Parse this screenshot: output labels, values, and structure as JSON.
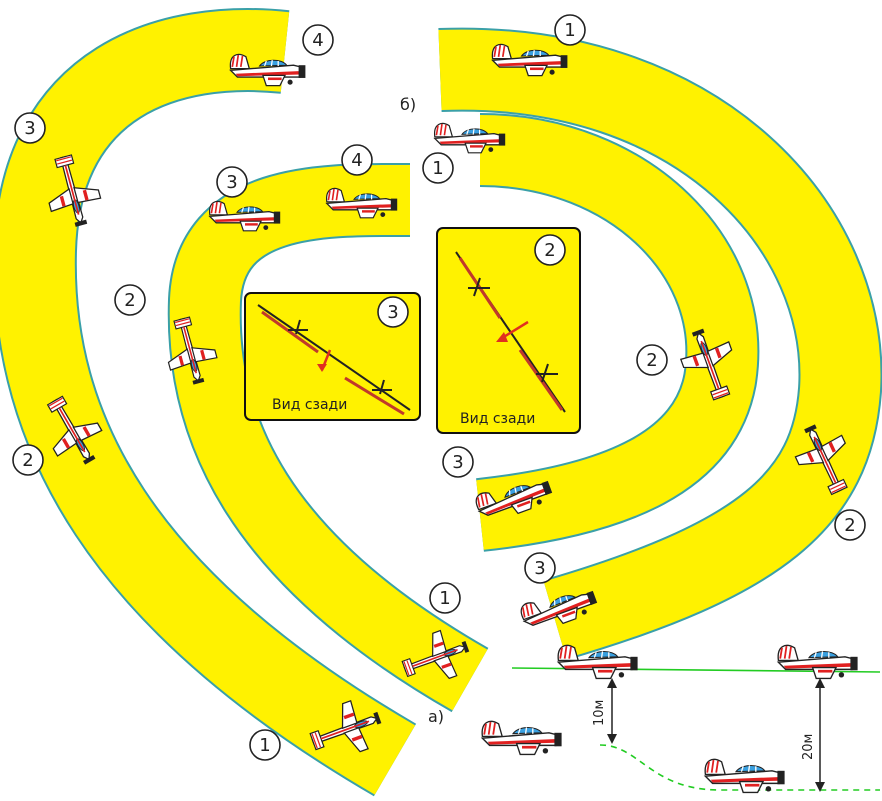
{
  "labels": {
    "pos1": "1",
    "pos2": "2",
    "pos3": "3",
    "pos4": "4",
    "variant_a": "а)",
    "variant_b": "б)",
    "rear_view": "Вид сзади",
    "dist_10": "10м",
    "dist_20": "20м"
  },
  "colors": {
    "corridor_fill": "#fff200",
    "corridor_edge": "#3aa0a8",
    "inset_fill": "#fff200",
    "inset_border": "#111111",
    "aircraft_body": "#ffffff",
    "aircraft_accent": "#e02020",
    "aircraft_canopy": "#3aa0e0",
    "trail_solid": "#22cc22",
    "trail_dashed": "#22cc22",
    "turn_arrow": "#e03020"
  },
  "icons": [
    "aircraft-icon",
    "circled-number-icon",
    "turn-arrow-icon",
    "dimension-arrow-icon"
  ]
}
